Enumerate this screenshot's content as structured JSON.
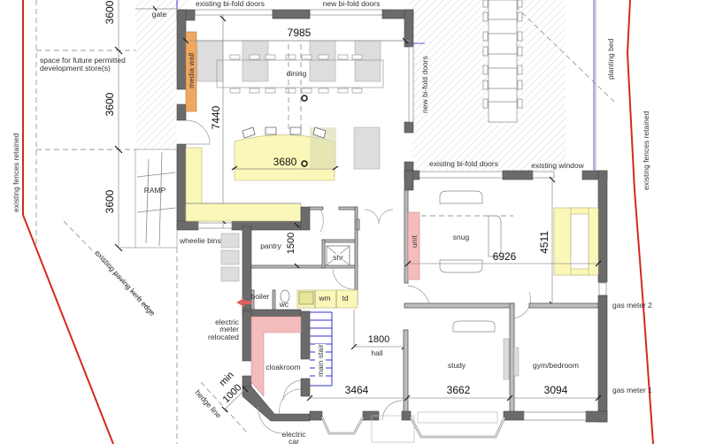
{
  "drawing": {
    "type": "architectural floor plan",
    "colors": {
      "wall": "#6b6b6b",
      "internal_wall": "#bdbdbd",
      "boundary_line": "#d42a1f",
      "kitchen_units": "#fbf7b8",
      "cloakroom_units": "#f4bcbc",
      "media_wall": "#f0a860",
      "stair": "#3333cc",
      "hatch": "#cccccc"
    }
  },
  "rooms": {
    "dining": "dining",
    "snug": "snug",
    "pantry": "pantry",
    "shower": "shr",
    "boiler": "boiler",
    "wc": "wc",
    "washing_machine": "wm",
    "tumble_dryer": "td",
    "cloakroom": "cloakroom",
    "main_stair": "main stair",
    "hall": "hall",
    "study": "study",
    "gym_bedroom": "gym/bedroom",
    "unit": "unit",
    "media_wall": "media wall"
  },
  "labels": {
    "gate": "gate",
    "existing_bifold_top": "existing bi-fold doors",
    "new_bifold_top": "new bi-fold doors",
    "new_bifold_side": "new bi-fold doors",
    "existing_bifold_snug": "existing bi-fold doors",
    "existing_window": "existing window",
    "planting_bed": "planting bed",
    "future_store_line1": "space for future permitted",
    "future_store_line2": "development store(s)",
    "ramp": "RAMP",
    "wheelie_bins": "wheelie bins",
    "fences_left": "existing fences retained",
    "fences_right": "existing fences retained",
    "paving_kerb": "existing paving kerb edge",
    "electric_meter_1": "electric",
    "electric_meter_2": "meter",
    "electric_meter_3": "relocated",
    "min": "min",
    "min_value": "1000",
    "hedge_line": "hedge line",
    "electric_car_1": "electric",
    "electric_car_2": "car",
    "gas_meter_2": "gas meter 2",
    "gas_meter_1": "gas meter 1"
  },
  "dimensions": {
    "dining_width": "7985",
    "dining_depth": "7440",
    "island": "3680",
    "side_top": "3600",
    "side_mid": "3600",
    "side_bottom": "3600",
    "pantry": "1500",
    "snug_width": "6926",
    "snug_depth": "4511",
    "hall_width": "1800",
    "hall_front": "3464",
    "study": "3662",
    "gym_bedroom": "3094"
  }
}
